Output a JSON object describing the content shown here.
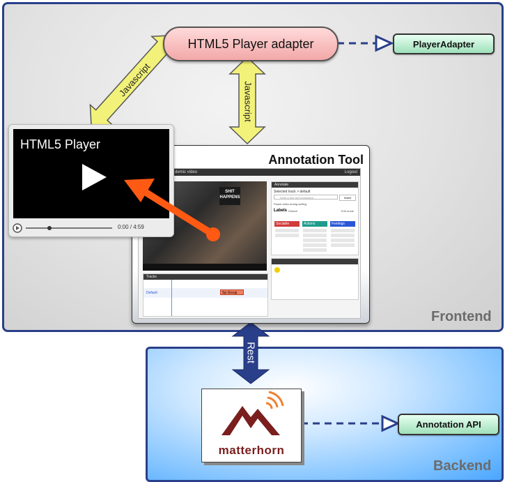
{
  "regions": {
    "frontend": {
      "label": "Frontend"
    },
    "backend": {
      "label": "Backend"
    }
  },
  "nodes": {
    "adapter": {
      "label": "HTML5 Player adapter"
    },
    "player_adapter_api": {
      "label": "PlayerAdapter"
    },
    "annotation_api": {
      "label": "Annotation API"
    },
    "html5_player": {
      "label": "HTML5 Player",
      "time": "0:00  /  4:59"
    },
    "annotation_tool": {
      "label": "Annotation Tool"
    },
    "matterhorn": {
      "label": "matterhorn"
    }
  },
  "edges": {
    "js_left": {
      "label": "Javascript"
    },
    "js_right": {
      "label": "Javascript"
    },
    "rest": {
      "label": "Rest"
    }
  },
  "screenshot": {
    "video_title": "demic video",
    "logout": "Logout",
    "slab_text": "SHIT HAPPENS",
    "annotate_header": "Annotate",
    "selected_track": "Selected track > default",
    "input_placeholder": "Write a free text annotation",
    "insert_btn": "Insert",
    "pause_text": "Pause video during writing",
    "labels_tab": "Labels",
    "default_tab": "Default",
    "edit_mode": "Edit mode",
    "col_a": "Sociable",
    "col_b": "Actions",
    "col_c": "Feelings",
    "tracks_header": "Tracks",
    "track_name": "Default",
    "annotation_label": "Sp Group"
  },
  "colors": {
    "frontend_border": "#2a3f8a",
    "adapter_fill": "#f2a8a8",
    "api_fill": "#9fe0ba",
    "js_arrow": "#f2f27a",
    "rest_arrow": "#2a3f8a",
    "pointer_arrow": "#ff5a14",
    "col_a": "#d23a3a",
    "col_b": "#1f9b8b",
    "col_c": "#2a56d6"
  }
}
